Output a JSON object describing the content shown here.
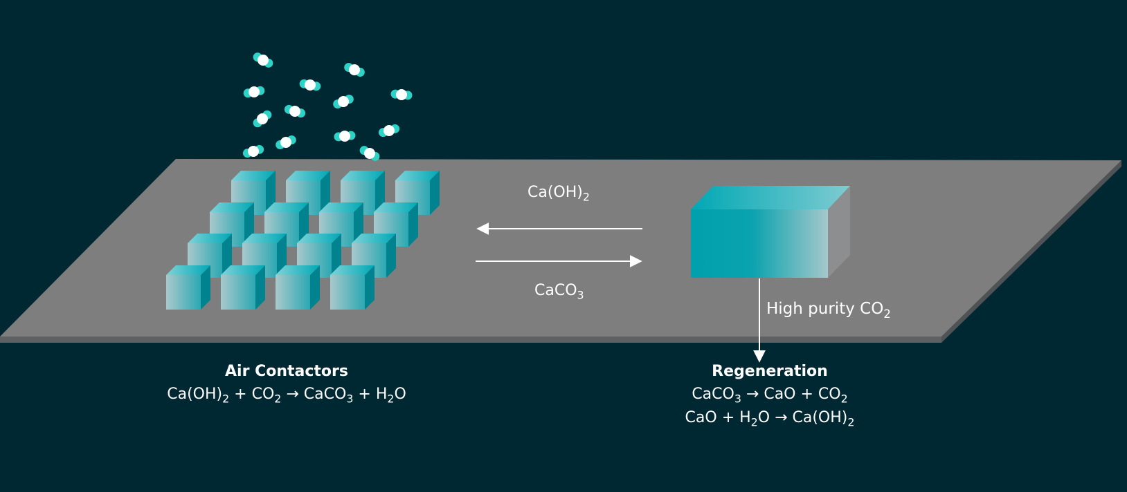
{
  "colors": {
    "background": "#002832",
    "platform": "#7e7e7e",
    "platform_edge": "#5e6163",
    "teal": "#00a0ad",
    "teal_light": "#a8c9cc",
    "molecule_core": "#ffffff",
    "molecule_shell": "#2ed3c7",
    "text": "#ffffff"
  },
  "arrows": {
    "top": {
      "main": "Ca(OH)",
      "sub": "2"
    },
    "bottom": {
      "main": "CaCO",
      "sub": "3"
    }
  },
  "output": {
    "main": "High purity CO",
    "sub": "2"
  },
  "air_contactors": {
    "title": "Air Contactors",
    "equation": [
      {
        "t": "Ca(OH)"
      },
      {
        "s": "2"
      },
      {
        "t": " + CO"
      },
      {
        "s": "2"
      },
      {
        "t": " → CaCO"
      },
      {
        "s": "3"
      },
      {
        "t": " + H"
      },
      {
        "s": "2"
      },
      {
        "t": "O"
      }
    ]
  },
  "regeneration": {
    "title": "Regeneration",
    "equation_1": [
      {
        "t": "CaCO"
      },
      {
        "s": "3"
      },
      {
        "t": " → CaO + CO"
      },
      {
        "s": "2"
      }
    ],
    "equation_2": [
      {
        "t": "CaO + H"
      },
      {
        "s": "2"
      },
      {
        "t": "O → Ca(OH)"
      },
      {
        "s": "2"
      }
    ]
  },
  "icons": {
    "contactor": "cube-icon",
    "regenerator": "box-icon",
    "molecule": "co2-molecule-icon"
  }
}
